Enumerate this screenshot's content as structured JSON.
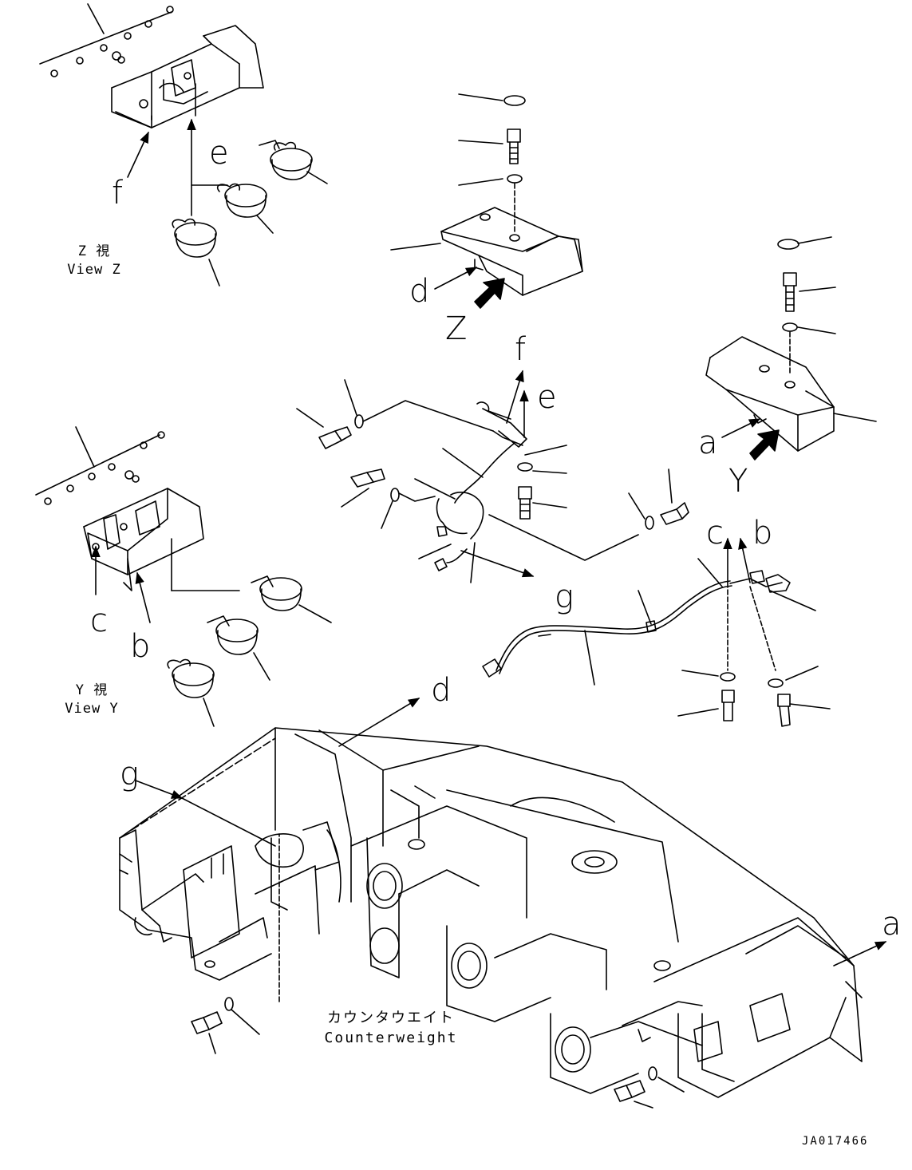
{
  "labels": {
    "f_top": "f",
    "e_top": "e",
    "view_z_jp": "Z 視",
    "view_z_en": "View Z",
    "d_mid": "d",
    "z_mid": "Z",
    "f_mid": "f",
    "e_mid": "e",
    "a_right": "a",
    "y_right": "Y",
    "c_left": "c",
    "b_left": "b",
    "view_y_jp": "Y 視",
    "view_y_en": "View Y",
    "g_mid": "g",
    "c_right": "c",
    "b_right": "b",
    "d_lower": "d",
    "g_lower": "g",
    "a_lower": "a",
    "counterweight_jp": "カウンタウエイト",
    "counterweight_en": "Counterweight",
    "drawing_code": "JA017466"
  }
}
